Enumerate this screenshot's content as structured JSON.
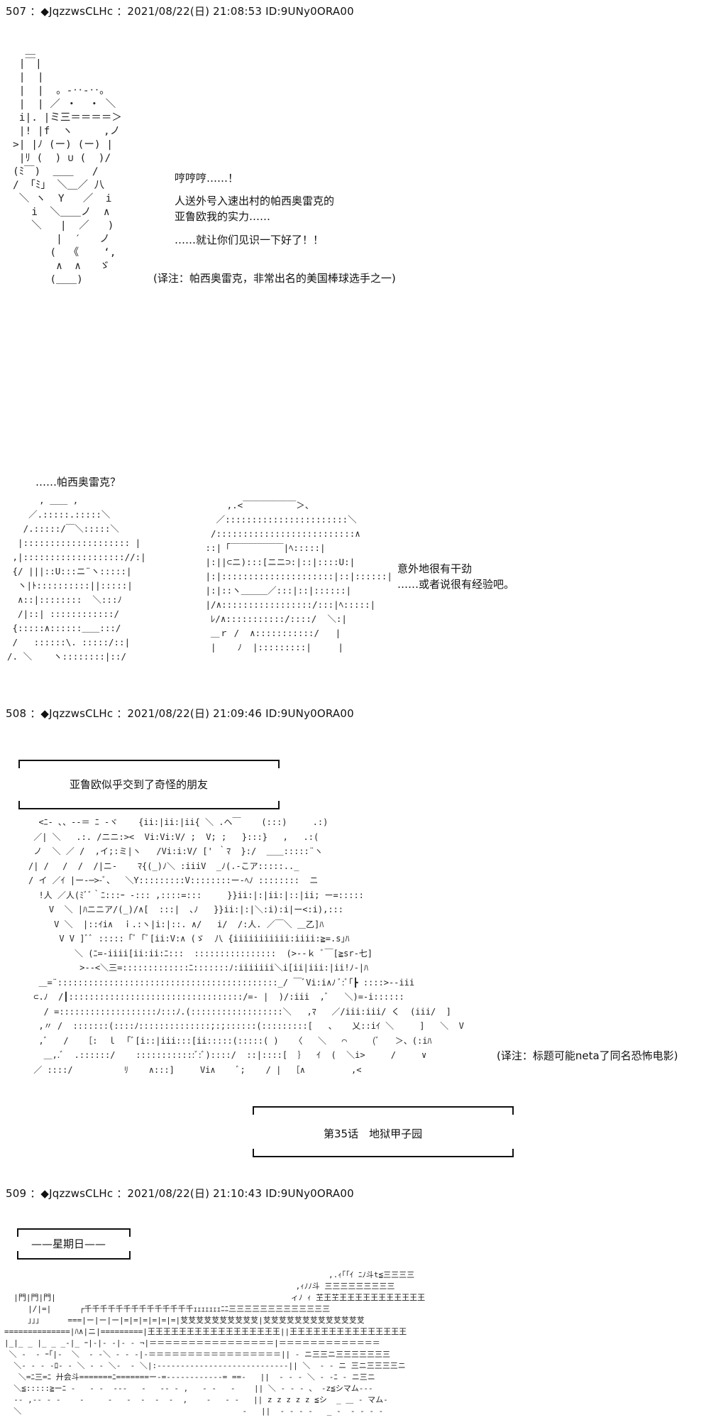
{
  "posts": [
    {
      "header": "507 ：◆JqzzwsCLHc ：2021/08/22(日) 21:08:53 ID:9UNy0ORA00",
      "lines": [
        "哼哼哼……！",
        "人送外号入速出村的帕西奥雷克的",
        "亚鲁欧我的实力……",
        "……就让你们见识一下好了！！"
      ],
      "note": "(译注：帕西奥雷克，非常出名的美国棒球选手之一)",
      "question": "……帕西奥雷克？",
      "reply": [
        "意外地很有干劲",
        "……或者说很有经验吧。"
      ]
    },
    {
      "header": "508 ：◆JqzzwsCLHc ：2021/08/22(日) 21:09:46 ID:9UNy0ORA00",
      "box_title": "亚鲁欧似乎交到了奇怪的朋友",
      "note": "(译注：标题可能neta了同名恐怖电影)",
      "chapter": "第35话　地狱甲子园"
    },
    {
      "header": "509 ：◆JqzzwsCLHc ：2021/08/22(日) 21:10:43 ID:9UNy0ORA00",
      "day_label": "——星期日——"
    }
  ],
  "art": {
    "batter": "  ＿\n |￣|\n |  |\n |  |  。-‥-‥。\n |  | ／ ・  ・ ＼\n i|. |ミ三＝＝＝＝＞\n |! |f  ヽ     ,ノ\n>| |ﾉ (ー) (ー) |\n |ﾘ (  ) ∪ (  )/\n(ﾐ￣)  ＿＿   /\n/ 「ﾐ」 ＼＿／ 八\n ＼ ヽ  Y   ／  i\n   i  ＼＿＿ノ  ∧\n   ＼   |  ／   )\n       |  ′   ノ\n      (  《    ‘,\n       ∧  ∧   ゞ\n      (＿＿)",
    "helmet_left": "      , ＿＿ ,\n    ／.:::::.:::::＼\n   /.:::::/￣＼:::::＼\n  |:::::::::::::::::::: |\n ,|::::::::::::::::::://:|\n {/ |||::U:::ニ¨ヽ:::::|\n  ヽ|ﾄ::::::::::||:::::|\n  ∧::|::::::::  ＼:::ﾉ\n  /|::| ::::::::::::/\n {:::::∧::::::＿＿:::/\n /   ::::::\\. :::::/::|\n/. ＼    ヽ::::::::|::/",
    "helmet_right": "     ,.<￣￣￣￣￣￣＞、\n   ／:::::::::::::::::::::::＼\n  /::::::::::::::::::::::::::∧\n ::|「￣￣￣￣￣￣|ﾍ:::::|\n |:||⊂ニ):::[ニニ⊃:|::|::::U:|\n |:|:::::::::::::::::::::|::|::::::|\n |:|::ヽ＿＿＿／:::|::|::::::|\n |/∧:::::::::::::::::/:::|ﾍ:::::|\n  ﾚ/∧:::::::::::/::::/  ＼:|\n  ＿ｒ /  ∧:::::::::::/   |\n  |    ﾉ  |:::::::::|     |",
    "crowd": "  <ﾆ‐ ､、-‐＝ ﾆ ‐ヾ    {ii:|ii:|ii{ ＼ .ヘ￣    (:::)     .:)\n ／| ＼   .:. /ニニ:><  Vi:Vi:V/ ;  V; ;   }:::}   ,   .:(\n ノ  ＼ ／ /  ,イ;:ミ|ヽ   /Vi:i:V/ [' ｀ﾏ  }:/  ＿＿:::::¨ヽ\n/| /　 /  /  /|ニ‐    ﾏ{(_)ﾉ＼ :iiiV  _ﾉ(.-こア:::::.._\n/ イ ／ｲ |ー‐─>-ﾞ、  ＼Y:::::::::V::::::::ー-ﾍﾉ ::::::::  ニ\n  !人 ／人(ﾐﾞﾞ｀ﾆ:::ｰ -::: ,::::=:::     }}ii:|:|ii:|::|ii; ー=:::::\n    V  ＼ |ﾊニニア/(_)/∧[  :::|  ､ﾉ   }}ii:|:|＼:i):i|ー<:i),:::\n     V ＼  |::ｲi∧  ｉ.:ヽ|i:|::. ∧/   i/  /:人. ／￣＼ ＿乙]ﾊ\n      V V ]ﾞﾞ :::::「ﾞ「ﾞ[ii:V:∧ (ゞ  八 {iiiiiiiiiii:iiii:≧=.s｣ﾊ\n         ＼ (ﾆ=-iiii[ii:ii:ﾆ:::  ::::::::::::::::  (>‐-ｋ ﾞ￣[≧sr-七]\n          >‐-<＼三=:::::::::::::ﾆ:::::::ﾉ:iiiiiii＼i[ii|iii:|ii!ﾉ-|ﾊ\n  ＿=¨:::::::::::::::::::::::::::::::::::::::::::_/ ￣ﾞVi:i∧ﾉ ﾞ:ﾞ｢┣ ::::>--iii\n ⊂.ﾉ  /┃::::::::::::::::::::::::::::::::::/=‐ |  )/:iii  ,ﾞ   ＼)=-i::::::\n   / =:::::::::::::::::::ﾉ:::ﾉ.(::::::::::::::::::＼   ,ﾏ   ／/iii:iii/ く  (iii/  ]\n  ,〃 /  :::::::(::::ﾉ::::::::::::::;:;::::::(:::::::::[   、   乂::iｲ ＼     ]   ＼  V\n  ,ﾞ   /   ［:  ｌ  ｢ﾞ[i::|iii:::[ii:::::(:::::( )   〈   ＼   ⌒     (ﾞ   ＞、(:iﾊ\n   ＿,.ﾞ  .::::::/    ::::::::::::ﾞ:ﾞ)::::/  ::|::::[  ｝  ｲ  (  ＼i>     /     ∨\n ／ ::::/          ﾘ    ∧:::]     Vi∧    ﾞ;    / |  ［∧         ,<",
    "stadium": "                                                                     ,.ｨ｢｢ｲ ﾆﾉ斗t≦三三三三\n                                                              ,ｨﾉﾉ斗 三三三三三三三三三\n  |門|門|門|                                                  ィﾉ ｨ 芏王芏王王王王王王王王王王王\n     |/|=|      ┌千千千千千千千千千千千千千千ｪｪｪｪｪｪｪﾆﾆ三三三三三三三三三三三三三\n     ｣｣｣      ===|ー|ー|ー|=|=|=|=|=|=|芆芆芆芆芆芆芆芆芆芆|芆芆芆芆芆芆芆芆芆芆芆芆芆\n==============|ﾊ∧|ニ|=========|王王王王王王王王王王王王王王王王王||王王王王王王王王王王王王王王王\n|_|_ _ |_ _ _-|_ ｰ|-|- -|- - ¬|＝＝＝＝＝＝＝＝＝＝＝＝＝＝＝＝|＝＝＝＝＝＝＝＝＝＝＝＝＝\n ＼ -  - ｰ｢|-  ＼  - -＼ - - ‐|-＝＝＝＝＝＝＝＝＝＝＝＝＝＝＝＝＝|| - ニ三三ニ三三三三三三三\n  ＼- - ‐ -ﾛ- - ＼ - - ＼-  - ＼|:-‐‐‐‐‐‐‐‐‐‐‐‐‐‐‐‐‐‐‐‐‐‐‐‐‐‐‐|| ＼  - ‐ ニ 三ニ三三三三ニ\n   ＼=ﾆ三=ﾆ 廾会斗=======ﾆ=======ー‐=‐‐‐‐‐‐‐‐‐‐‐‐= ==‐   ||  - - - ＼ - -ﾆ - ニ三ニ\n  ＼≦:::::≧ーﾆ -   - ‐  -‐‐   ‐   ‐‐ ‐ ,   ‐ -   ‐    || ＼ - - - 、 ‐z≦シマム‐‐‐\n  ‐‐ ,‐‐ ‐ -    ‐     ‐   -  ‐  -  -  ,    ‐   - ‐   || z z z z z ≦シ  _ ＿ - マム‐\n  ＼                                               ‐   ||  ‐ - ‐ -   _ -  ‐ ‐ - ‐"
  }
}
